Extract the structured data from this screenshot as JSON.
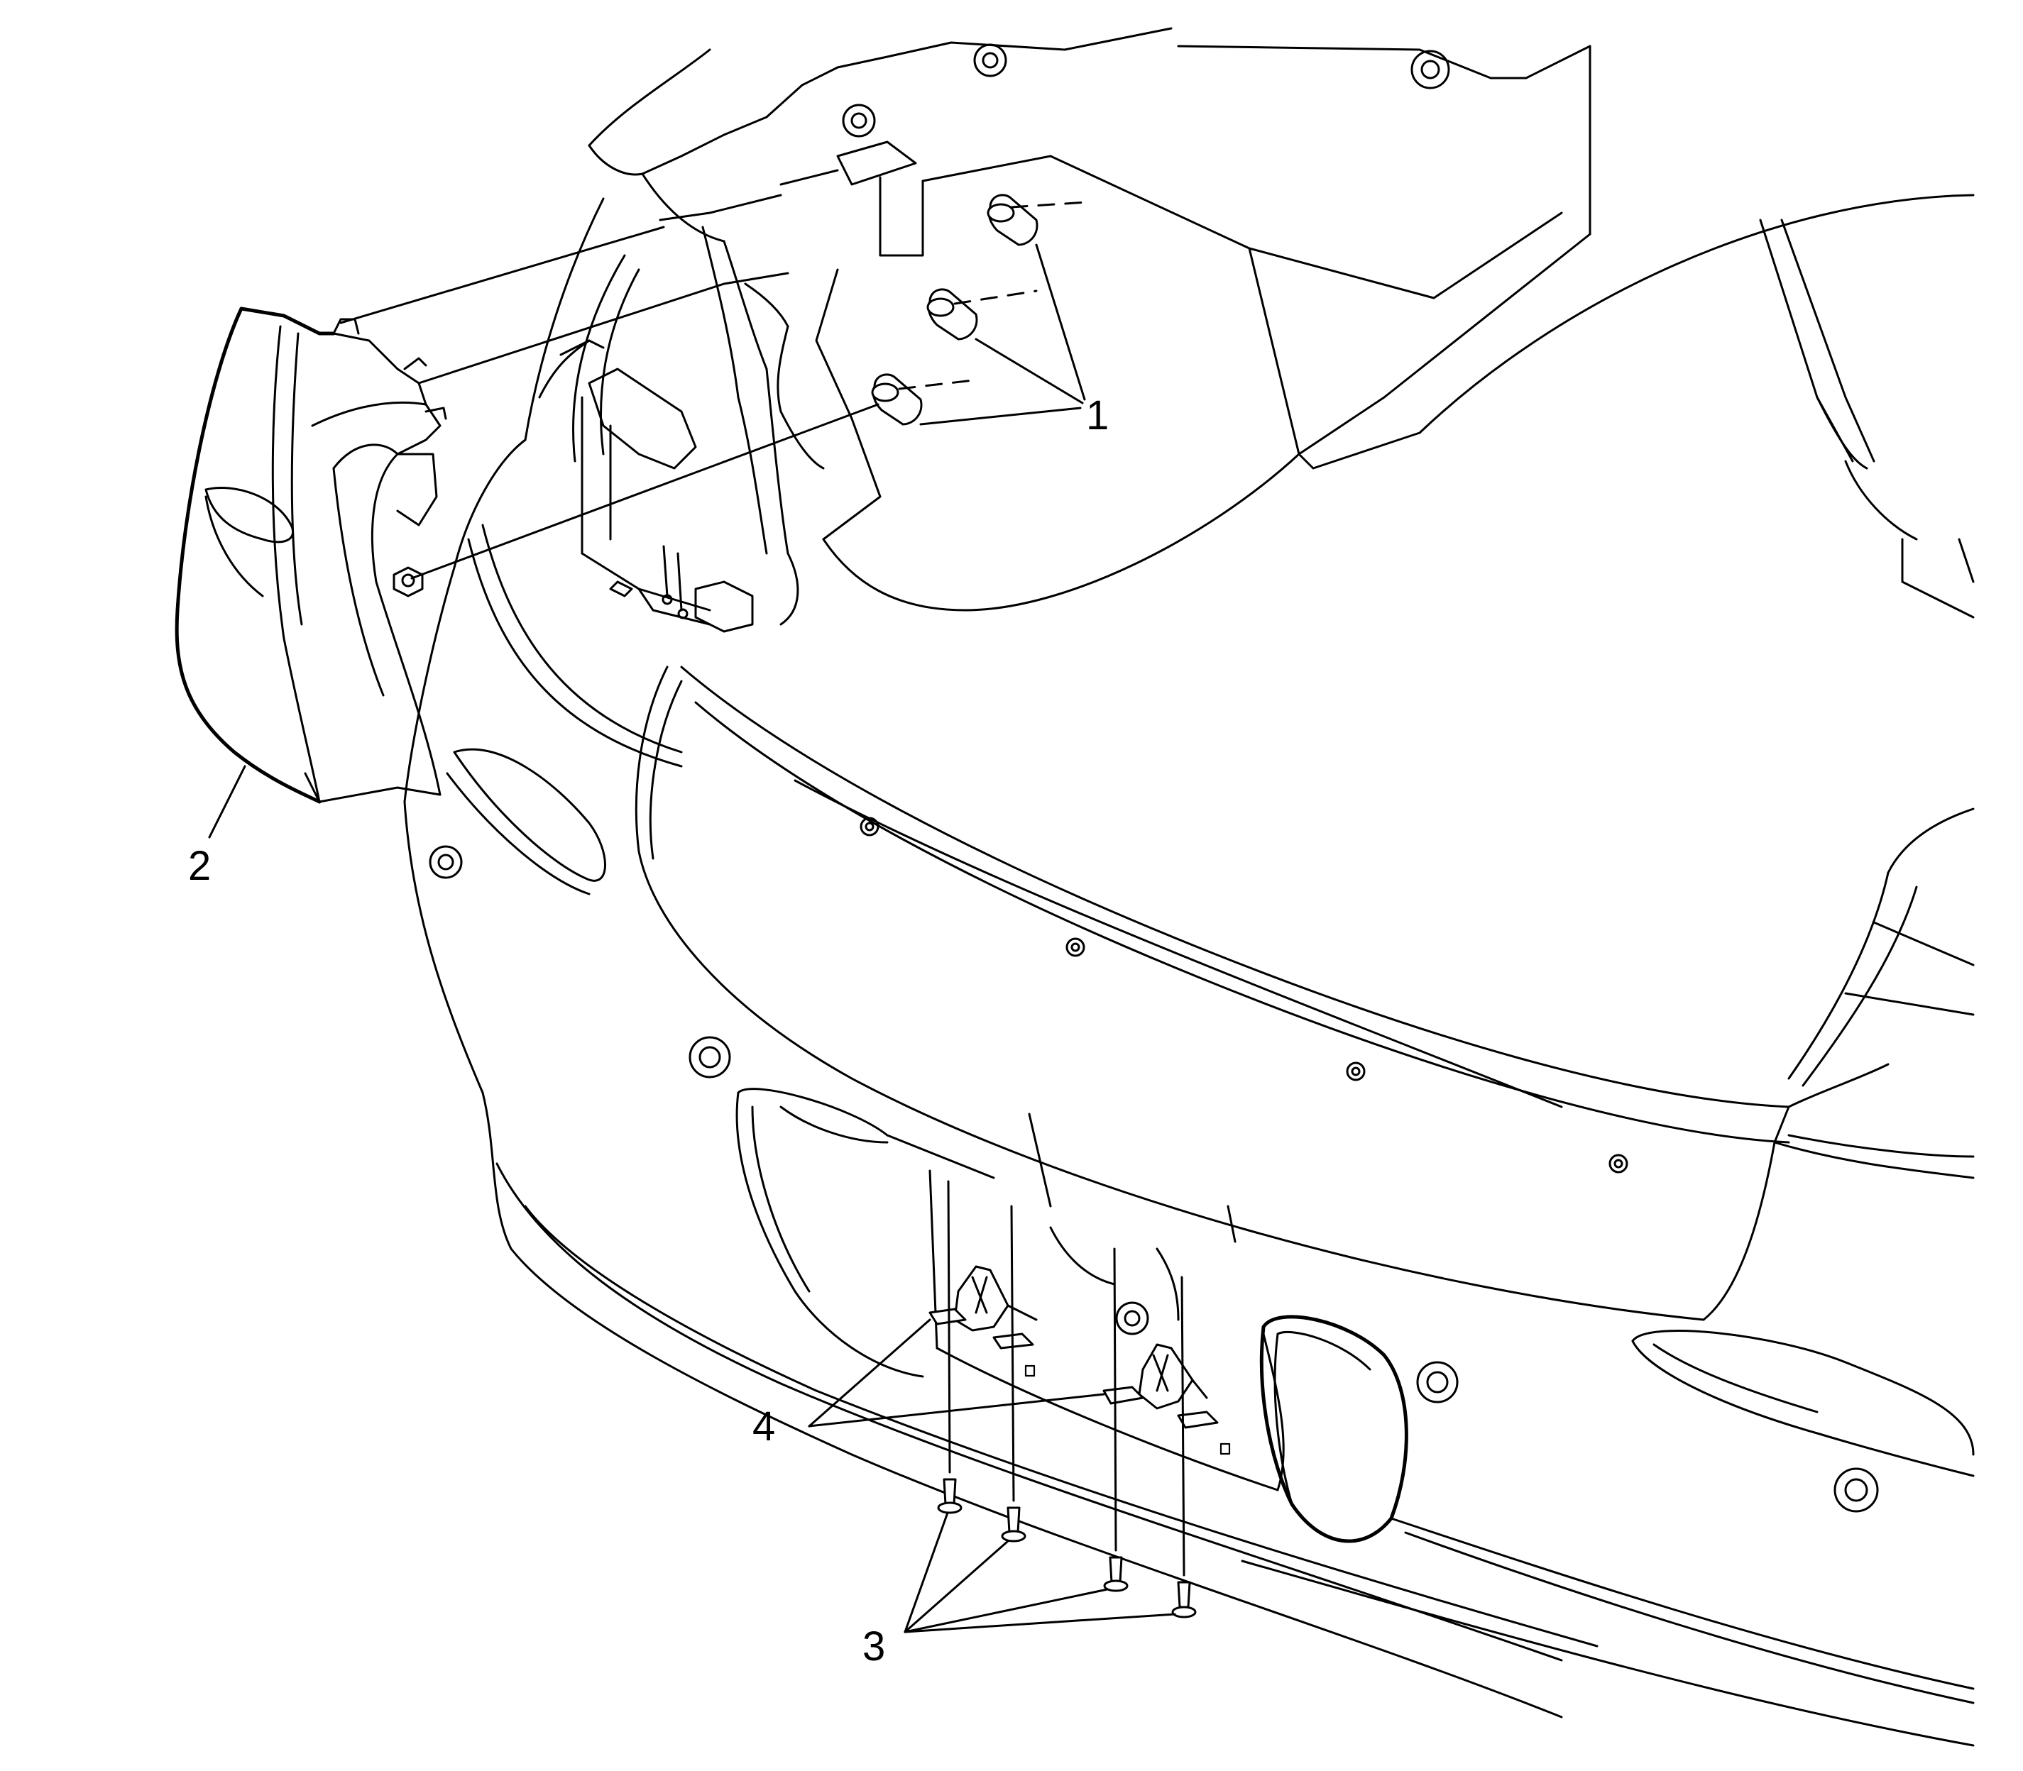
{
  "diagram": {
    "colors": {
      "line": "#000000",
      "background": "#ffffff"
    },
    "callouts": [
      {
        "id": "1",
        "label": "1"
      },
      {
        "id": "2",
        "label": "2"
      },
      {
        "id": "3",
        "label": "3"
      },
      {
        "id": "4",
        "label": "4"
      }
    ]
  }
}
